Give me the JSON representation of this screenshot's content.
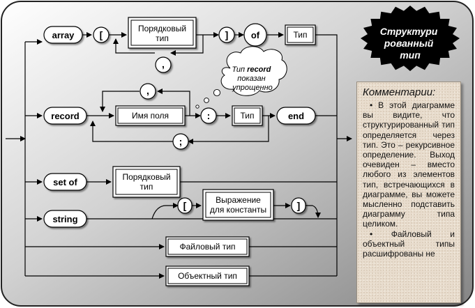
{
  "rows": {
    "array": {
      "keyword": "array",
      "open_bracket": "[",
      "index_box": "Порядковый тип",
      "comma": ",",
      "close_bracket": "]",
      "of_label": "of",
      "type_box": "Тип"
    },
    "record": {
      "keyword": "record",
      "comma": ",",
      "field_box": "Имя поля",
      "colon": ":",
      "type_box": "Тип",
      "semicolon": ";",
      "end_label": "end"
    },
    "set": {
      "keyword": "set of",
      "type_box": "Порядковый тип"
    },
    "string": {
      "keyword": "string",
      "open_bracket": "[",
      "const_box": "Выражение для константы",
      "close_bracket": "]"
    },
    "file": {
      "type_box": "Файловый тип"
    },
    "object": {
      "type_box": "Объектный тип"
    }
  },
  "thought_bubble": {
    "line1": "Тип record",
    "line2": "показан",
    "line3": "упрощенно"
  },
  "badge": {
    "line1": "Структури",
    "line2": "рованный",
    "line3": "тип"
  },
  "comment": {
    "title": "Комментарии:",
    "paragraphs": [
      "• В этой диаграмме вы видите, что структурированный тип определяется через тип. Это – рекурсивное определение. Выход очевиден – вместо любого из элементов тип, встречающихся в диаграмме, вы можете мысленно подставить диаграмму типа целиком.",
      "• Файловый и объектный типы расшифрованы не"
    ]
  },
  "colors": {
    "panel_gradient_light": "#ffffff",
    "panel_gradient_dark": "#8a8a8a",
    "comment_background": "#e8dccd",
    "line": "#000000"
  }
}
